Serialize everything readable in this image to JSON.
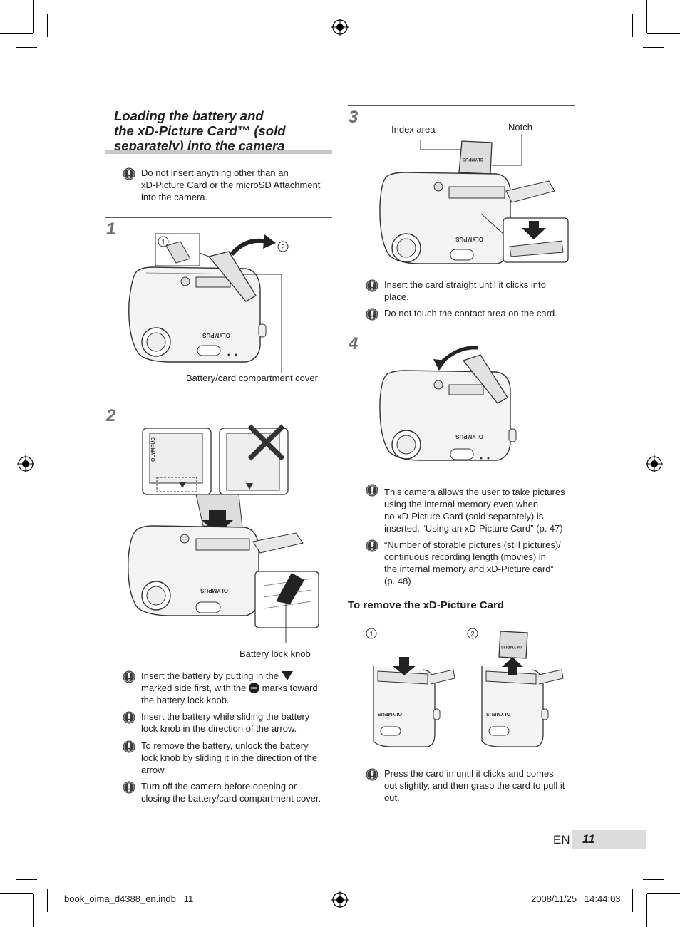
{
  "title": [
    "Loading the battery and",
    "the xD-Picture Card™ (sold",
    "separately) into the camera"
  ],
  "intro_note": [
    "Do not insert anything other than an",
    "xD-Picture Card or the microSD Attachment",
    "into the camera."
  ],
  "steps": [
    "1",
    "2",
    "3",
    "4"
  ],
  "step1": {
    "callouts": [
      "1",
      "2"
    ],
    "label": "Battery/card compartment cover"
  },
  "step2": {
    "label": "Battery lock knob",
    "battery_brand": "OLYMPUS",
    "notes": [
      [
        "Insert the battery by putting in the",
        "marked side first, with the",
        "marks toward",
        "the battery lock knob."
      ],
      [
        "Insert the battery while sliding the battery",
        "lock knob in the direction of the arrow."
      ],
      [
        "To remove the battery, unlock the battery",
        "lock knob by sliding it in the direction of the",
        "arrow."
      ],
      [
        "Turn off the camera before opening or",
        "closing the battery/card compartment cover."
      ]
    ]
  },
  "step3": {
    "index_label": "Index area",
    "notch_label": "Notch",
    "notes": [
      [
        "Insert the card straight until it clicks into",
        "place."
      ],
      [
        "Do not touch the contact area on the card."
      ]
    ]
  },
  "step4": {
    "notes": [
      [
        "This camera allows the user to take pictures",
        "using the internal memory even when",
        "no xD-Picture Card (sold separately) is",
        "inserted. “Using an xD-Picture Card” (p. 47)"
      ],
      [
        "“Number of storable pictures (still pictures)/",
        "continuous recording length (movies) in",
        "the internal memory and xD-Picture card”",
        "(p. 48)"
      ]
    ]
  },
  "remove": {
    "heading": "To remove the xD-Picture Card",
    "callouts": [
      "1",
      "2"
    ],
    "note": [
      "Press the card in until it clicks and comes",
      "out slightly, and then grasp the card to pull it",
      "out."
    ]
  },
  "camera_brand": "OLYMPUS",
  "page": {
    "lang": "EN",
    "number": "11"
  },
  "footer": {
    "file": "book_oima_d4388_en.indb   11",
    "datetime": "2008/11/25   14:44:03"
  },
  "colors": {
    "step_number": "#6d6e70",
    "title_bar": "#c8c8c8",
    "page_tab": "#dcdcdc"
  }
}
